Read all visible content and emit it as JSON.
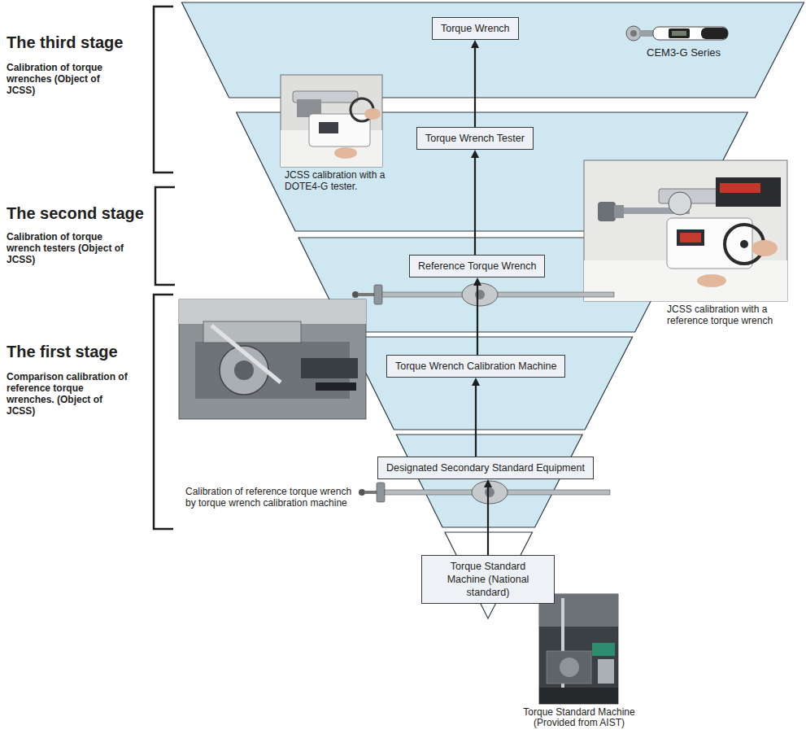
{
  "diagram": {
    "nodes": [
      {
        "text": [
          "Torque Wrench"
        ]
      },
      {
        "text": [
          "Torque Wrench Tester"
        ]
      },
      {
        "text": [
          "Reference Torque Wrench"
        ]
      },
      {
        "text": [
          "Torque Wrench Calibration Machine"
        ]
      },
      {
        "text": [
          "Designated Secondary Standard Equipment"
        ]
      },
      {
        "text": [
          "Torque Standard Machine (National standard)"
        ]
      }
    ],
    "edges": [
      {
        "from": 5,
        "to": 4,
        "arrow": "to"
      },
      {
        "from": 4,
        "to": 3,
        "arrow": "to"
      },
      {
        "from": 3,
        "to": 2,
        "arrow": "to"
      },
      {
        "from": 2,
        "to": 1,
        "arrow": "to"
      },
      {
        "from": 1,
        "to": 0,
        "arrow": "to"
      }
    ],
    "labels": [
      "The third stage",
      "Calibration of torque wrenches (Object of JCSS)",
      "CEM3-G Series",
      "JCSS calibration with a DOTE4-G tester.",
      "The second stage",
      "Calibration of torque wrench testers (Object of JCSS)",
      "JCSS calibration with a reference torque wrench",
      "The first stage",
      "Comparison calibration of reference torque wrenches. (Object of JCSS)",
      "Calibration of reference torque wrench by torque wrench calibration machine",
      "Torque Standard Machine (Provided from AIST)"
    ]
  }
}
